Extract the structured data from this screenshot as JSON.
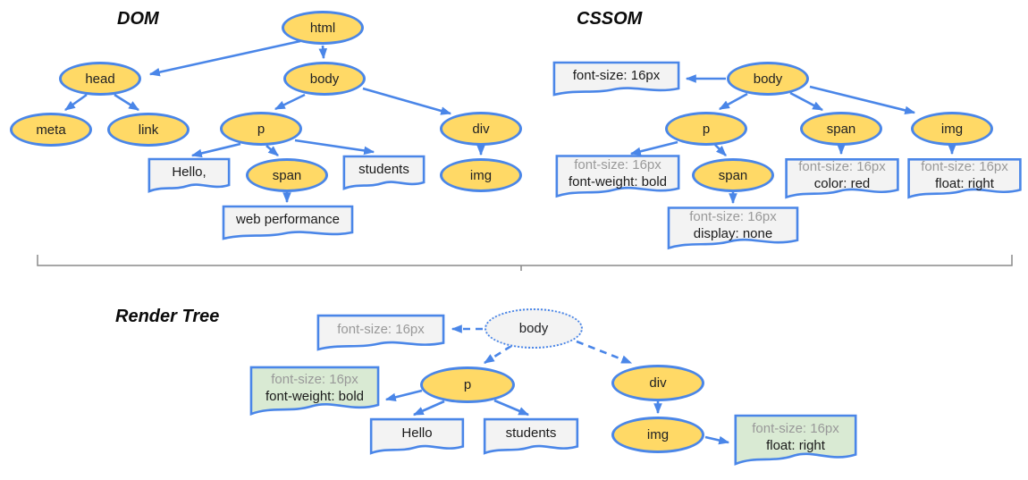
{
  "titles": {
    "dom": "DOM",
    "cssom": "CSSOM",
    "render": "Render Tree"
  },
  "colors": {
    "node_fill": "#FFD966",
    "edge_blue": "#4A86E8",
    "box_fill": "#F3F3F3",
    "computed_box_fill": "#D9EAD3",
    "bracket_gray": "#8A8A8A",
    "inherited_text": "#999999"
  },
  "dom": {
    "nodes": {
      "html": "html",
      "head": "head",
      "body": "body",
      "meta": "meta",
      "link": "link",
      "p": "p",
      "div": "div",
      "span": "span",
      "img": "img"
    },
    "text_boxes": {
      "hello": "Hello,",
      "students": "students",
      "web_performance": "web performance"
    }
  },
  "cssom": {
    "nodes": {
      "body": "body",
      "p": "p",
      "span": "span",
      "img": "img",
      "span2": "span"
    },
    "style_boxes": {
      "body_style": {
        "line1": "font-size: 16px"
      },
      "p_style": {
        "line1": "font-size: 16px",
        "line2": "font-weight: bold"
      },
      "span_style": {
        "line1": "font-size: 16px",
        "line2": "color: red"
      },
      "img_style": {
        "line1": "font-size: 16px",
        "line2": "float: right"
      },
      "span2_style": {
        "line1": "font-size: 16px",
        "line2": "display: none"
      }
    }
  },
  "render": {
    "nodes": {
      "body": "body",
      "p": "p",
      "div": "div",
      "img": "img"
    },
    "text_boxes": {
      "hello": "Hello",
      "students": "students"
    },
    "style_boxes": {
      "body_style": {
        "line1": "font-size: 16px"
      },
      "p_style": {
        "line1": "font-size: 16px",
        "line2": "font-weight: bold"
      },
      "img_style": {
        "line1": "font-size: 16px",
        "line2": "float: right"
      }
    }
  }
}
